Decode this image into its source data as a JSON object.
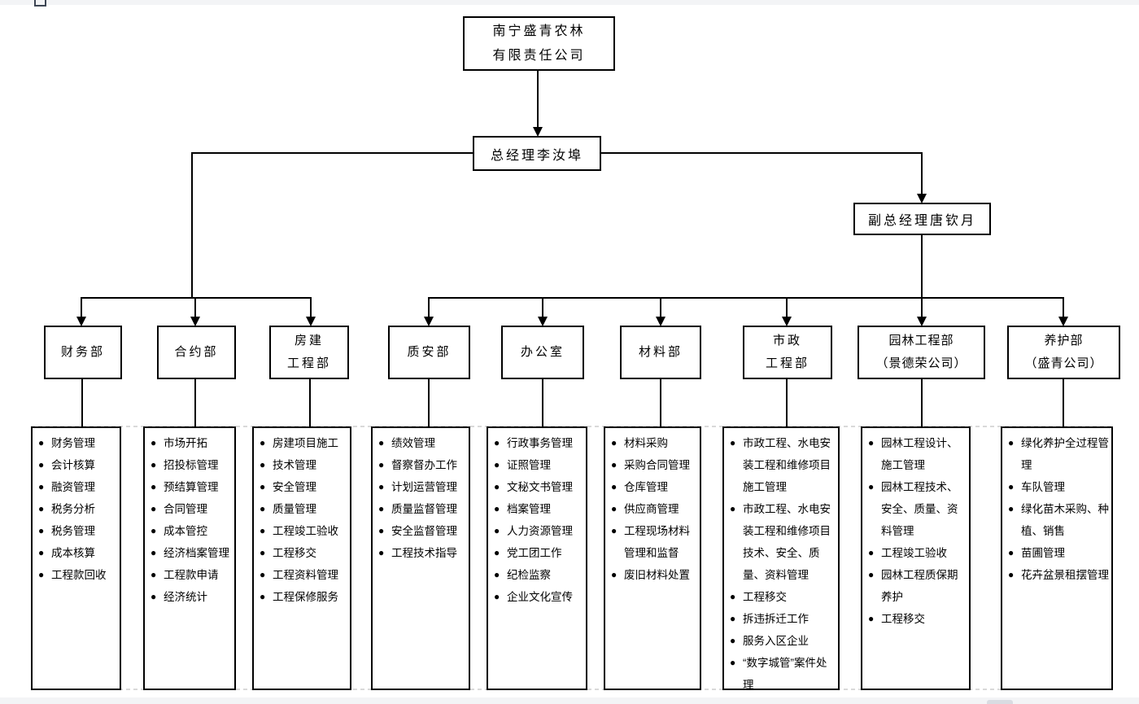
{
  "org": {
    "company": {
      "line1": "南宁盛青农林",
      "line2": "有限责任公司"
    },
    "general_manager": "总经理李汝埠",
    "deputy_general_manager": "副总经理唐钦月",
    "bullet_glyph": "●",
    "departments": [
      {
        "title_lines": [
          "财务部"
        ],
        "duties": [
          "财务管理",
          "会计核算",
          "融资管理",
          "税务分析",
          "税务管理",
          "成本核算",
          "工程款回收"
        ]
      },
      {
        "title_lines": [
          "合约部"
        ],
        "duties": [
          "市场开拓",
          "招投标管理",
          "预结算管理",
          "合同管理",
          "成本管控",
          "经济档案管理",
          "工程款申请",
          "经济统计"
        ]
      },
      {
        "title_lines": [
          "房建",
          "工程部"
        ],
        "duties": [
          "房建项目施工",
          "技术管理",
          "安全管理",
          "质量管理",
          "工程竣工验收",
          "工程移交",
          "工程资料管理",
          "工程保修服务"
        ]
      },
      {
        "title_lines": [
          "质安部"
        ],
        "duties": [
          "绩效管理",
          "督察督办工作",
          "计划运营管理",
          "质量监督管理",
          "安全监督管理",
          "工程技术指导"
        ]
      },
      {
        "title_lines": [
          "办公室"
        ],
        "duties": [
          "行政事务管理",
          "证照管理",
          "文秘文书管理",
          "档案管理",
          "人力资源管理",
          "党工团工作",
          "纪检监察",
          "企业文化宣传"
        ]
      },
      {
        "title_lines": [
          "材料部"
        ],
        "duties": [
          "材料采购",
          "采购合同管理",
          "仓库管理",
          "供应商管理",
          "工程现场材料管理和监督",
          "废旧材料处置"
        ]
      },
      {
        "title_lines": [
          "市政",
          "工程部"
        ],
        "duties": [
          "市政工程、水电安装工程和维修项目施工管理",
          "市政工程、水电安装工程和维修项目技术、安全、质量、资料管理",
          "工程移交",
          "拆违拆迁工作",
          "服务入区企业",
          "“数字城管”案件处理"
        ]
      },
      {
        "title_lines": [
          "园林工程部",
          "（景德荣公司）"
        ],
        "duties": [
          "园林工程设计、施工管理",
          "园林工程技术、安全、质量、资料管理",
          "工程竣工验收",
          "园林工程质保期养护",
          "工程移交"
        ]
      },
      {
        "title_lines": [
          "养护部",
          "（盛青公司）"
        ],
        "duties": [
          "绿化养护全过程管理",
          "车队管理",
          "绿化苗木采购、种植、销售",
          "苗圃管理",
          "花卉盆景租摆管理"
        ]
      }
    ]
  },
  "colors": {
    "line": "#000000",
    "strip": "#f3f4f6",
    "dashed_grid": "#d9d9d9",
    "scroll_thumb": "#d9dce2"
  }
}
